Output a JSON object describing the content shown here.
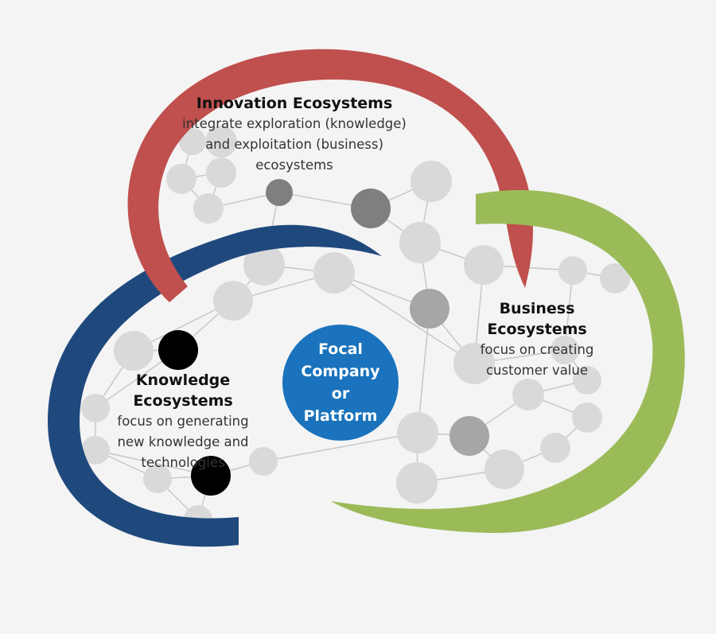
{
  "colors": {
    "background": "#f4f4f4",
    "innovation": "#c0504d",
    "knowledge": "#1f497d",
    "business": "#9bbb59",
    "focal": "#1a73bc",
    "node_light": "#d9d9d9",
    "node_medium": "#a6a6a6",
    "node_dark": "#7f7f7f",
    "node_black": "#000000",
    "edge": "#c8c8c8"
  },
  "innovation": {
    "title": "Innovation Ecosystems",
    "description_lines": [
      "integrate exploration (knowledge)",
      "and exploitation (business)",
      "ecosystems"
    ]
  },
  "business": {
    "title": "Business Ecosystems",
    "description_lines": [
      "focus on creating",
      "customer value"
    ]
  },
  "knowledge": {
    "title": "Knowledge Ecosystems",
    "description_lines": [
      "focus on generating",
      "new knowledge and",
      "technologies"
    ]
  },
  "focal": {
    "lines": [
      "Focal",
      "Company",
      "or",
      "Platform"
    ]
  }
}
